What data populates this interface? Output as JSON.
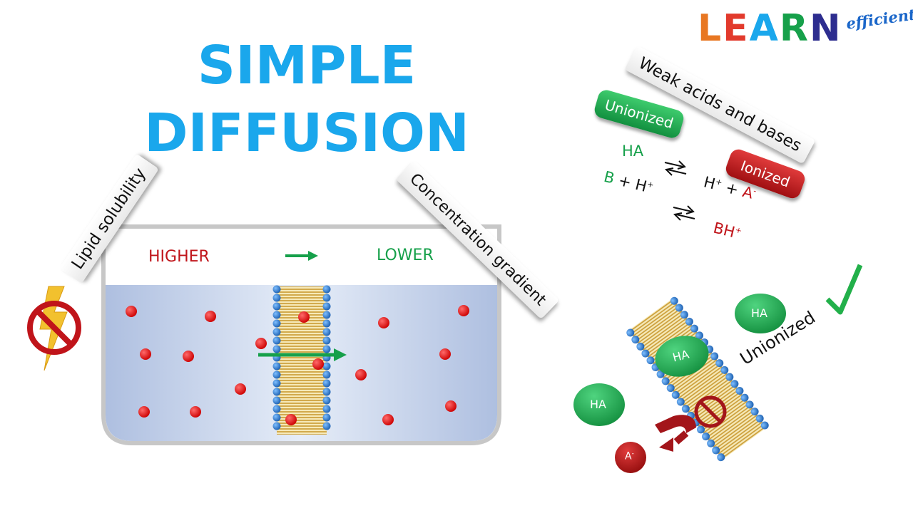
{
  "title": {
    "line1": "SIMPLE",
    "line2": "DIFFUSION"
  },
  "logo": {
    "letters": [
      "L",
      "E",
      "A",
      "R",
      "N"
    ],
    "colors": [
      "#e87722",
      "#e23a2c",
      "#1aa7ec",
      "#16a04a",
      "#2d2d8f"
    ],
    "sub": "efficient"
  },
  "tags": {
    "lipid_solubility": "Lipid solubility",
    "concentration_gradient": "Concentration gradient",
    "weak_acids_bases": "Weak acids and bases"
  },
  "pills": {
    "unionized": "Unionized",
    "ionized": "Ionized"
  },
  "container": {
    "higher": "HIGHER",
    "lower": "LOWER"
  },
  "equations": {
    "row1_left": "HA",
    "row1_right_h": "H",
    "row1_right_plus": "+",
    "row1_right_plus2": " + ",
    "row1_right_a": "A",
    "row1_right_minus": "-",
    "row2_left_b": "B",
    "row2_left_plus": " + H",
    "row2_left_sup": "+",
    "row2_right": "BH",
    "row2_right_sup": "+"
  },
  "molecules": {
    "ha": "HA",
    "a_minus": "A",
    "a_minus_sup": "-"
  },
  "unionized_label": "Unionized",
  "icons": [
    "no-power-icon",
    "equilibrium-arrow-icon",
    "checkmark-icon",
    "no-entry-icon",
    "return-arrow-icon",
    "right-arrow-icon"
  ],
  "colors": {
    "title_blue": "#1aa7ec",
    "green": "#16a04a",
    "red": "#c0141a",
    "water": "#b9cbe6"
  }
}
